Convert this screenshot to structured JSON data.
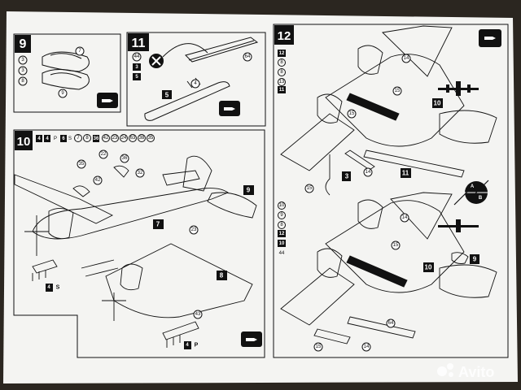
{
  "steps": {
    "s9": {
      "number": "9",
      "codes": [
        "3",
        "3",
        "8"
      ],
      "parts": [
        "7",
        "9"
      ]
    },
    "s11": {
      "number": "11",
      "codes": [
        "44",
        "3",
        "5"
      ],
      "parts": [
        "64",
        "4",
        "5"
      ]
    },
    "s10": {
      "number": "10",
      "header_codes": [
        "4",
        "4",
        "P",
        "6",
        "S",
        "7",
        "8",
        "36",
        "42",
        "23",
        "24",
        "63",
        "38",
        "35"
      ],
      "parts": [
        "22",
        "36",
        "35",
        "42",
        "32",
        "7",
        "9",
        "23",
        "8",
        "43",
        "4",
        "S",
        "4",
        "P"
      ]
    },
    "s12": {
      "number": "12",
      "codes_top": [
        "12",
        "8",
        "8",
        "13",
        "11"
      ],
      "codes_bottom": [
        "10",
        "9",
        "8",
        "12",
        "10",
        "44"
      ],
      "parts_top": [
        "14",
        "15",
        "15",
        "10",
        "14",
        "3",
        "15",
        "14",
        "11"
      ],
      "parts_bottom": [
        "14",
        "15",
        "9",
        "10",
        "64",
        "15",
        "14"
      ],
      "option_a": "A",
      "option_b": "B"
    }
  },
  "watermark": "Avito"
}
